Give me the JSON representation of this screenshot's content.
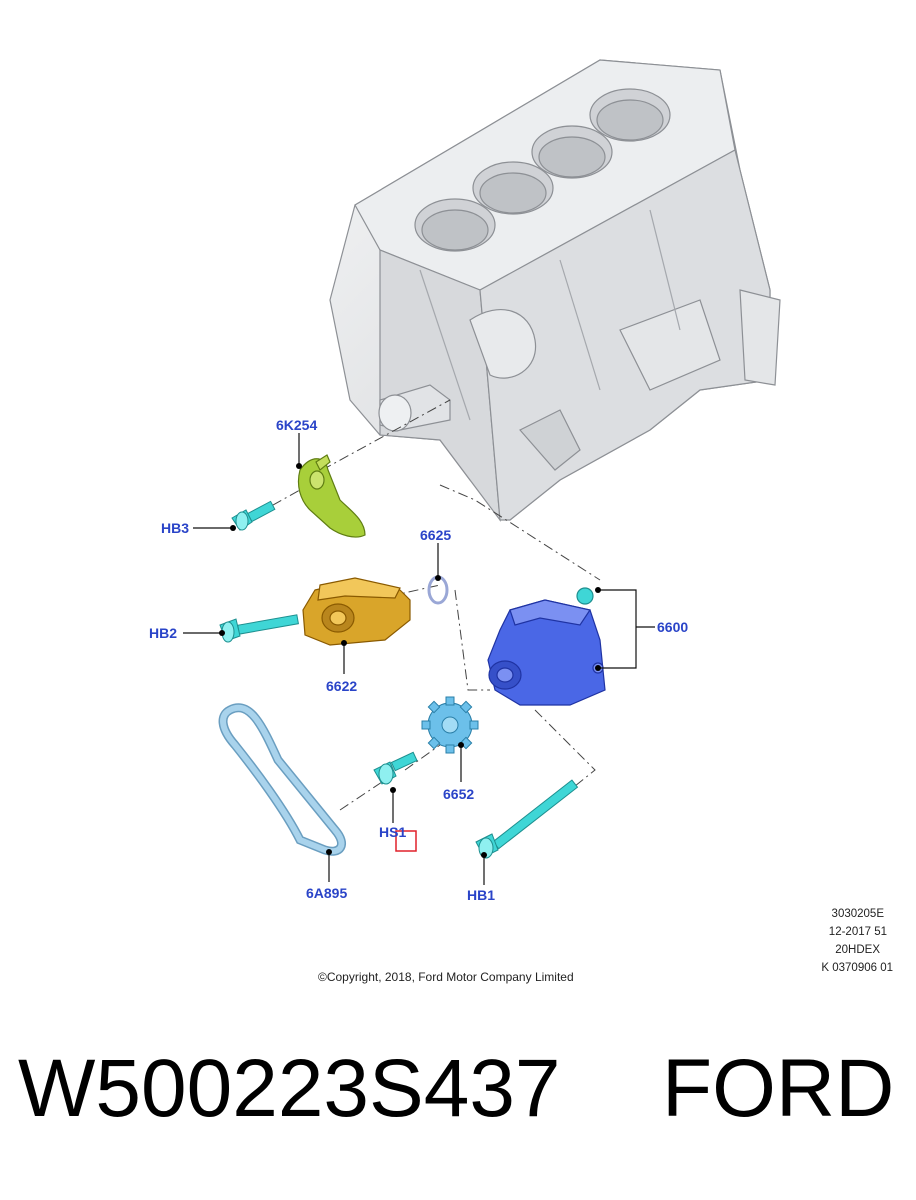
{
  "diagram": {
    "callouts": {
      "c6K254": "6K254",
      "cHB3": "HB3",
      "c6625": "6625",
      "cHB2": "HB2",
      "c6622": "6622",
      "c6600": "6600",
      "c6652": "6652",
      "cHS1": "HS1",
      "c6A895": "6A895",
      "cHB1": "HB1"
    },
    "reference_block": [
      "3030205E",
      "12-2017 51",
      "20HDEX",
      "K 0370906 01"
    ],
    "copyright": "©Copyright, 2018, Ford Motor Company Limited"
  },
  "caption": {
    "part_number": "W500223S437",
    "brand": "FORD"
  },
  "colors": {
    "callout_text": "#2a44c8",
    "engine_block": "#e6e7e9",
    "tensioner_arm": "#a8cf3a",
    "tensioner": "#d9a52a",
    "oil_pump": "#4a67e6",
    "bolts": "#3fd6d6",
    "chain": "#a9d3ec",
    "highlight_box": "#e0202a"
  }
}
